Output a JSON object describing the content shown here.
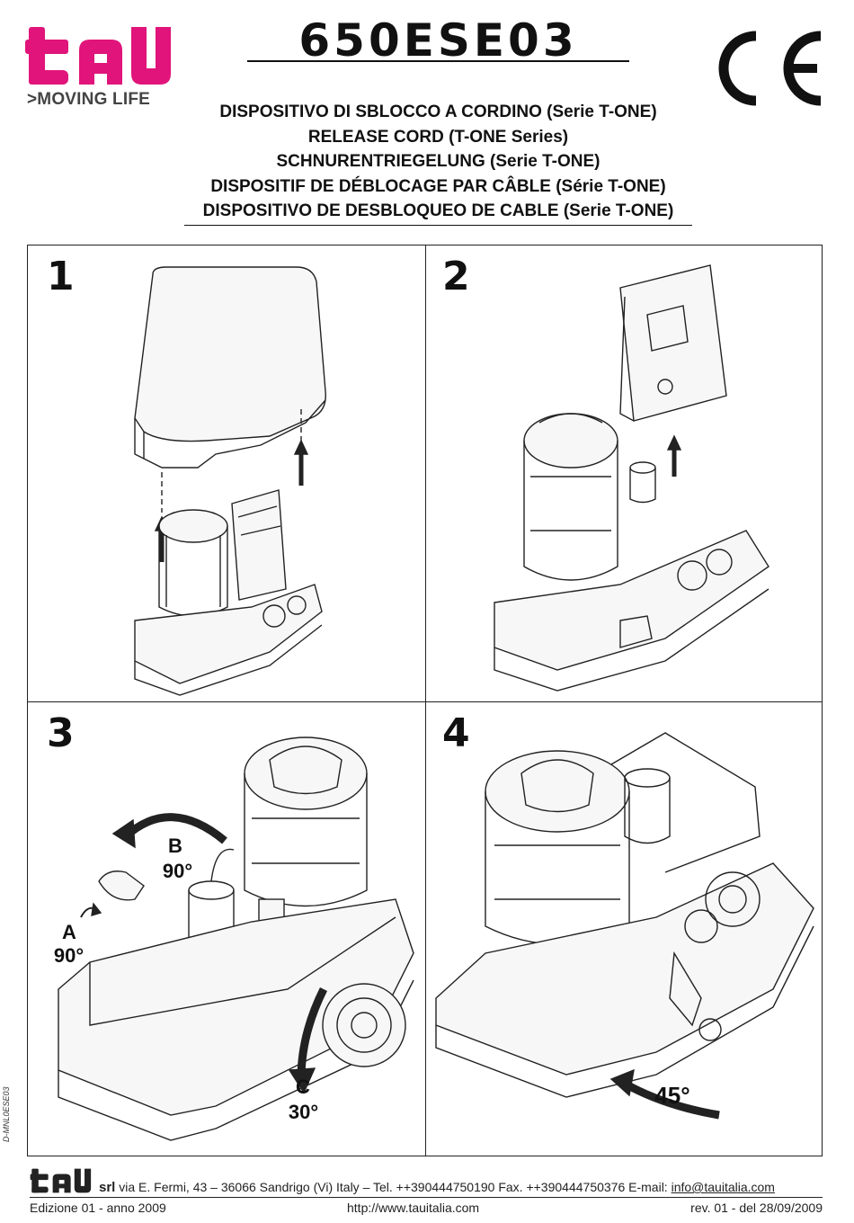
{
  "brand": {
    "logo_text": "tAU",
    "tagline": ">MOVING LIFE",
    "logo_color": "#e0147a"
  },
  "header": {
    "product_code": "650ESE03",
    "certification": "CE"
  },
  "titles": [
    "DISPOSITIVO DI SBLOCCO A CORDINO (Serie T-ONE)",
    "RELEASE CORD (T-ONE Series)",
    "SCHNURENTRIEGELUNG (Serie T-ONE)",
    "DISPOSITIF DE DÉBLOCAGE PAR CÂBLE (Série T-ONE)",
    "DISPOSITIVO DE DESBLOQUEO DE CABLE (Serie T-ONE)"
  ],
  "steps": [
    {
      "number": "1"
    },
    {
      "number": "2"
    },
    {
      "number": "3",
      "labels": {
        "b_letter": "B",
        "b_angle": "90°",
        "a_letter": "A",
        "a_angle": "90°",
        "c_letter": "C",
        "c_angle": "30°"
      }
    },
    {
      "number": "4",
      "labels": {
        "angle": "45°"
      }
    }
  ],
  "footer": {
    "side_code": "D-MNL0ESE03",
    "company": "srl",
    "address": "via E. Fermi, 43 – 36066 Sandrigo (Vi) Italy – Tel. ++390444750190 Fax. ++390444750376 E-mail:",
    "email": "info@tauitalia.com",
    "edition": "Edizione 01 - anno 2009",
    "website": "http://www.tauitalia.com",
    "revision": "rev. 01 - del 28/09/2009"
  }
}
